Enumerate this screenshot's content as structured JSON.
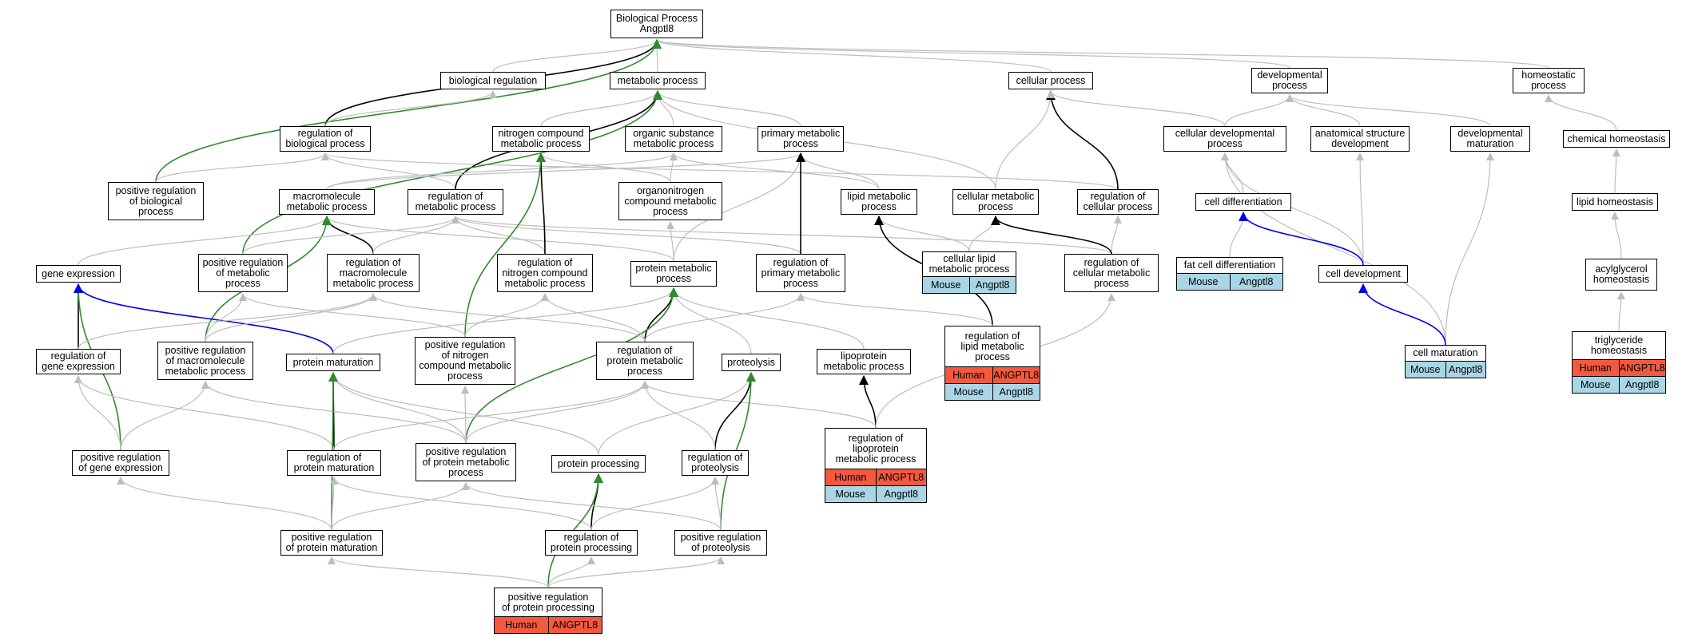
{
  "colors": {
    "gray": "#bdbdbd",
    "black": "#000000",
    "green": "#2e8b2e",
    "blue": "#0000ee",
    "human": "#f4583d",
    "mouse": "#a9d6e6"
  },
  "nodes": [
    {
      "id": "bp",
      "label": "Biological Process\nAngptl8"
    },
    {
      "id": "breg",
      "label": "biological regulation"
    },
    {
      "id": "metab",
      "label": "metabolic process"
    },
    {
      "id": "cell",
      "label": "cellular process"
    },
    {
      "id": "devp",
      "label": "developmental\nprocess"
    },
    {
      "id": "homeo",
      "label": "homeostatic\nprocess"
    },
    {
      "id": "regbio",
      "label": "regulation of\nbiological process"
    },
    {
      "id": "ncmp",
      "label": "nitrogen compound\nmetabolic process"
    },
    {
      "id": "osmp",
      "label": "organic substance\nmetabolic process"
    },
    {
      "id": "pmp",
      "label": "primary metabolic\nprocess"
    },
    {
      "id": "cdp",
      "label": "cellular developmental\nprocess"
    },
    {
      "id": "asd",
      "label": "anatomical structure\ndevelopment"
    },
    {
      "id": "dmat",
      "label": "developmental\nmaturation"
    },
    {
      "id": "chomeo",
      "label": "chemical homeostasis"
    },
    {
      "id": "posbio",
      "label": "positive regulation\nof biological\nprocess"
    },
    {
      "id": "macro",
      "label": "macromolecule\nmetabolic process"
    },
    {
      "id": "regmet",
      "label": "regulation of\nmetabolic process"
    },
    {
      "id": "oncmp",
      "label": "organonitrogen\ncompound metabolic\nprocess"
    },
    {
      "id": "lmp",
      "label": "lipid metabolic\nprocess"
    },
    {
      "id": "cmp",
      "label": "cellular metabolic\nprocess"
    },
    {
      "id": "regcell",
      "label": "regulation of\ncellular process"
    },
    {
      "id": "celldiff",
      "label": "cell differentiation"
    },
    {
      "id": "lhomeo",
      "label": "lipid homeostasis"
    },
    {
      "id": "gexp",
      "label": "gene expression"
    },
    {
      "id": "posmet",
      "label": "positive regulation\nof metabolic\nprocess"
    },
    {
      "id": "regmacro",
      "label": "regulation of\nmacromolecule\nmetabolic process"
    },
    {
      "id": "regncmp",
      "label": "regulation of\nnitrogen compound\nmetabolic process"
    },
    {
      "id": "protmet",
      "label": "protein metabolic\nprocess"
    },
    {
      "id": "regpmp",
      "label": "regulation of\nprimary metabolic\nprocess"
    },
    {
      "id": "clmp",
      "label": "cellular lipid\nmetabolic process",
      "orgs": [
        [
          "mouse",
          "Mouse",
          "Angptl8"
        ]
      ]
    },
    {
      "id": "regcmp",
      "label": "regulation of\ncellular metabolic\nprocess"
    },
    {
      "id": "fcd",
      "label": "fat cell differentiation",
      "orgs": [
        [
          "mouse",
          "Mouse",
          "Angptl8"
        ]
      ]
    },
    {
      "id": "celldev",
      "label": "cell development"
    },
    {
      "id": "acyl",
      "label": "acylglycerol\nhomeostasis"
    },
    {
      "id": "reggexp",
      "label": "regulation of\ngene expression"
    },
    {
      "id": "posmacro",
      "label": "positive regulation\nof macromolecule\nmetabolic process"
    },
    {
      "id": "protmat",
      "label": "protein maturation"
    },
    {
      "id": "posncmp",
      "label": "positive regulation\nof nitrogen\ncompound metabolic\nprocess"
    },
    {
      "id": "regprotmet",
      "label": "regulation of\nprotein metabolic\nprocess"
    },
    {
      "id": "proteo",
      "label": "proteolysis"
    },
    {
      "id": "lipmp",
      "label": "lipoprotein\nmetabolic process"
    },
    {
      "id": "reglmp",
      "label": "regulation of\nlipid metabolic\nprocess",
      "orgs": [
        [
          "human",
          "Human",
          "ANGPTL8"
        ],
        [
          "mouse",
          "Mouse",
          "Angptl8"
        ]
      ]
    },
    {
      "id": "cmat",
      "label": "cell maturation",
      "orgs": [
        [
          "mouse",
          "Mouse",
          "Angptl8"
        ]
      ]
    },
    {
      "id": "tgh",
      "label": "triglyceride\nhomeostasis",
      "orgs": [
        [
          "human",
          "Human",
          "ANGPTL8"
        ],
        [
          "mouse",
          "Mouse",
          "Angptl8"
        ]
      ]
    },
    {
      "id": "posgexp",
      "label": "positive regulation\nof gene expression"
    },
    {
      "id": "regprotmat",
      "label": "regulation of\nprotein maturation"
    },
    {
      "id": "posprotmet",
      "label": "positive regulation\nof protein metabolic\nprocess"
    },
    {
      "id": "protproc",
      "label": "protein processing"
    },
    {
      "id": "regproteo",
      "label": "regulation of\nproteolysis"
    },
    {
      "id": "reglipmp",
      "label": "regulation of\nlipoprotein\nmetabolic process",
      "orgs": [
        [
          "human",
          "Human",
          "ANGPTL8"
        ],
        [
          "mouse",
          "Mouse",
          "Angptl8"
        ]
      ]
    },
    {
      "id": "posprotmat",
      "label": "positive regulation\nof protein maturation"
    },
    {
      "id": "regprotproc",
      "label": "regulation of\nprotein processing"
    },
    {
      "id": "posproteo",
      "label": "positive regulation\nof proteolysis"
    },
    {
      "id": "posprotproc",
      "label": "positive regulation\nof protein processing",
      "orgs": [
        [
          "human",
          "Human",
          "ANGPTL8"
        ]
      ]
    }
  ],
  "edges": [
    [
      "breg",
      "bp",
      "gray"
    ],
    [
      "metab",
      "bp",
      "gray"
    ],
    [
      "cell",
      "bp",
      "gray"
    ],
    [
      "devp",
      "bp",
      "gray"
    ],
    [
      "homeo",
      "bp",
      "gray"
    ],
    [
      "regbio",
      "bp",
      "black"
    ],
    [
      "posbio",
      "bp",
      "green"
    ],
    [
      "regbio",
      "breg",
      "gray"
    ],
    [
      "posbio",
      "regbio",
      "gray"
    ],
    [
      "regmet",
      "regbio",
      "gray"
    ],
    [
      "regcell",
      "regbio",
      "gray"
    ],
    [
      "ncmp",
      "metab",
      "gray"
    ],
    [
      "osmp",
      "metab",
      "gray"
    ],
    [
      "pmp",
      "metab",
      "gray"
    ],
    [
      "cmp",
      "metab",
      "gray"
    ],
    [
      "regmet",
      "metab",
      "black"
    ],
    [
      "posmet",
      "metab",
      "green"
    ],
    [
      "oncmp",
      "ncmp",
      "gray"
    ],
    [
      "oncmp",
      "osmp",
      "gray"
    ],
    [
      "macro",
      "osmp",
      "gray"
    ],
    [
      "lmp",
      "osmp",
      "gray"
    ],
    [
      "macro",
      "pmp",
      "gray"
    ],
    [
      "lmp",
      "pmp",
      "gray"
    ],
    [
      "cmp",
      "cell",
      "gray"
    ],
    [
      "regcell",
      "cell",
      "black"
    ],
    [
      "cdp",
      "devp",
      "gray"
    ],
    [
      "asd",
      "devp",
      "gray"
    ],
    [
      "dmat",
      "devp",
      "gray"
    ],
    [
      "cdp",
      "cell",
      "gray"
    ],
    [
      "celldiff",
      "cdp",
      "gray"
    ],
    [
      "celldev",
      "cdp",
      "gray"
    ],
    [
      "celldev",
      "asd",
      "gray"
    ],
    [
      "cmat",
      "cdp",
      "gray"
    ],
    [
      "cmat",
      "dmat",
      "gray"
    ],
    [
      "chomeo",
      "homeo",
      "gray"
    ],
    [
      "lhomeo",
      "chomeo",
      "gray"
    ],
    [
      "acyl",
      "lhomeo",
      "gray"
    ],
    [
      "tgh",
      "acyl",
      "gray"
    ],
    [
      "gexp",
      "macro",
      "gray"
    ],
    [
      "protmet",
      "macro",
      "gray"
    ],
    [
      "protmet",
      "oncmp",
      "gray"
    ],
    [
      "protmet",
      "pmp",
      "gray"
    ],
    [
      "regmacro",
      "macro",
      "black"
    ],
    [
      "posmacro",
      "macro",
      "green"
    ],
    [
      "posmet",
      "regmet",
      "gray"
    ],
    [
      "regmacro",
      "regmet",
      "gray"
    ],
    [
      "regncmp",
      "regmet",
      "gray"
    ],
    [
      "regpmp",
      "regmet",
      "gray"
    ],
    [
      "regcmp",
      "regmet",
      "gray"
    ],
    [
      "regncmp",
      "ncmp",
      "black"
    ],
    [
      "posncmp",
      "ncmp",
      "green"
    ],
    [
      "regpmp",
      "pmp",
      "black"
    ],
    [
      "clmp",
      "lmp",
      "gray"
    ],
    [
      "clmp",
      "cmp",
      "gray"
    ],
    [
      "reglmp",
      "lmp",
      "black"
    ],
    [
      "regcmp",
      "regcell",
      "gray"
    ],
    [
      "regcmp",
      "cmp",
      "black"
    ],
    [
      "fcd",
      "celldiff",
      "gray"
    ],
    [
      "celldev",
      "celldiff",
      "blue"
    ],
    [
      "cmat",
      "celldev",
      "blue"
    ],
    [
      "reggexp",
      "gexp",
      "black"
    ],
    [
      "posgexp",
      "gexp",
      "green"
    ],
    [
      "protmat",
      "gexp",
      "blue"
    ],
    [
      "reggexp",
      "regmacro",
      "gray"
    ],
    [
      "posmacro",
      "posmet",
      "gray"
    ],
    [
      "posmacro",
      "regmacro",
      "gray"
    ],
    [
      "posncmp",
      "regncmp",
      "gray"
    ],
    [
      "posncmp",
      "posmet",
      "gray"
    ],
    [
      "protmat",
      "protmet",
      "gray"
    ],
    [
      "proteo",
      "protmet",
      "gray"
    ],
    [
      "lipmp",
      "protmet",
      "gray"
    ],
    [
      "regprotmet",
      "protmet",
      "black"
    ],
    [
      "posprotmet",
      "protmet",
      "green"
    ],
    [
      "regprotmet",
      "regmacro",
      "gray"
    ],
    [
      "regprotmet",
      "regncmp",
      "gray"
    ],
    [
      "regprotmet",
      "regpmp",
      "gray"
    ],
    [
      "reglmp",
      "regpmp",
      "gray"
    ],
    [
      "reglipmp",
      "lipmp",
      "black"
    ],
    [
      "reglipmp",
      "regcmp",
      "gray"
    ],
    [
      "reglipmp",
      "regprotmet",
      "gray"
    ],
    [
      "posgexp",
      "reggexp",
      "gray"
    ],
    [
      "posgexp",
      "posmacro",
      "gray"
    ],
    [
      "regprotmat",
      "protmat",
      "black"
    ],
    [
      "regprotmat",
      "reggexp",
      "gray"
    ],
    [
      "regprotmat",
      "regprotmet",
      "gray"
    ],
    [
      "posprotmet",
      "posmacro",
      "gray"
    ],
    [
      "posprotmet",
      "posncmp",
      "gray"
    ],
    [
      "posprotmet",
      "regprotmet",
      "gray"
    ],
    [
      "posprotmet",
      "protmat",
      "gray"
    ],
    [
      "protproc",
      "protmat",
      "gray"
    ],
    [
      "protproc",
      "proteo",
      "gray"
    ],
    [
      "regproteo",
      "proteo",
      "black"
    ],
    [
      "regproteo",
      "regprotmet",
      "gray"
    ],
    [
      "posprotmat",
      "protmat",
      "green"
    ],
    [
      "posprotmat",
      "regprotmat",
      "gray"
    ],
    [
      "posprotmat",
      "posprotmet",
      "gray"
    ],
    [
      "posprotmat",
      "posgexp",
      "gray"
    ],
    [
      "regprotproc",
      "protproc",
      "black"
    ],
    [
      "regprotproc",
      "regprotmat",
      "gray"
    ],
    [
      "regprotproc",
      "regproteo",
      "gray"
    ],
    [
      "posproteo",
      "proteo",
      "green"
    ],
    [
      "posproteo",
      "regproteo",
      "gray"
    ],
    [
      "posproteo",
      "posprotmet",
      "gray"
    ],
    [
      "posprotproc",
      "protproc",
      "green"
    ],
    [
      "posprotproc",
      "regprotproc",
      "gray"
    ],
    [
      "posprotproc",
      "posproteo",
      "gray"
    ],
    [
      "posprotproc",
      "posprotmat",
      "gray"
    ]
  ]
}
